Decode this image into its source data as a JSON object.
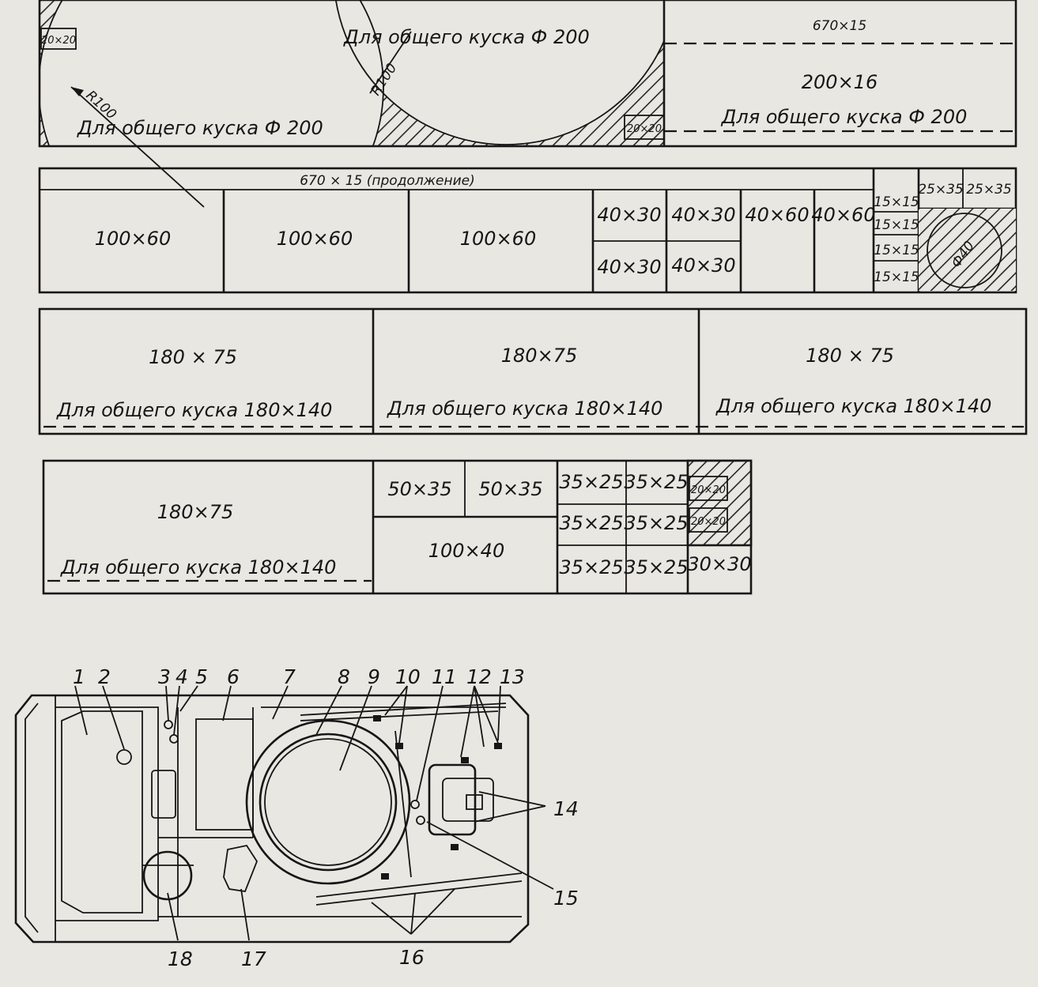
{
  "colors": {
    "ink": "#161616",
    "paper": "#e9e7e2",
    "hatch": "#3a3a3a"
  },
  "strip1": {
    "sq_left": "20×20",
    "sq_mid": "20×20",
    "radius_left": "R100",
    "radius_mid": "R100",
    "text_top": "Для   общего куска Ф 200",
    "text_bottom_left": "Для  общего  куска Ф 200",
    "right_top": "670×15",
    "right_mid": "200×16",
    "right_bottom": "Для  общего  куска  Ф 200"
  },
  "strip2": {
    "header": "670 × 15   (продолжение)",
    "cells": [
      "100×60",
      "100×60",
      "100×60",
      "40×30",
      "40×30",
      "40×60",
      "40×60",
      "40×30",
      "40×30"
    ],
    "small": [
      "15×15",
      "15×15",
      "15×15",
      "15×15"
    ],
    "tr": [
      "25×35",
      "25×35"
    ],
    "circle": "Ф40"
  },
  "strip3": {
    "tops": [
      "180 × 75",
      "180×75",
      "180 × 75"
    ],
    "bottoms": [
      "Для  общего  куска  180×140",
      "Для  общего  куска    180×140",
      "Для  общего  куска  180×140"
    ]
  },
  "strip4": {
    "top": "180×75",
    "bottom": "Для  общего  куска  180×140",
    "cells": [
      "50×35",
      "50×35",
      "100×40"
    ],
    "grid": [
      "35×25",
      "35×25",
      "35×25",
      "35×25",
      "35×25",
      "35×25"
    ],
    "sq": [
      "20×20",
      "20×20"
    ],
    "last": "30×30"
  },
  "labels": [
    "1",
    "2",
    "3",
    "4",
    "5",
    "6",
    "7",
    "8",
    "9",
    "10",
    "11",
    "12",
    "13",
    "14",
    "15",
    "16",
    "17",
    "18"
  ]
}
